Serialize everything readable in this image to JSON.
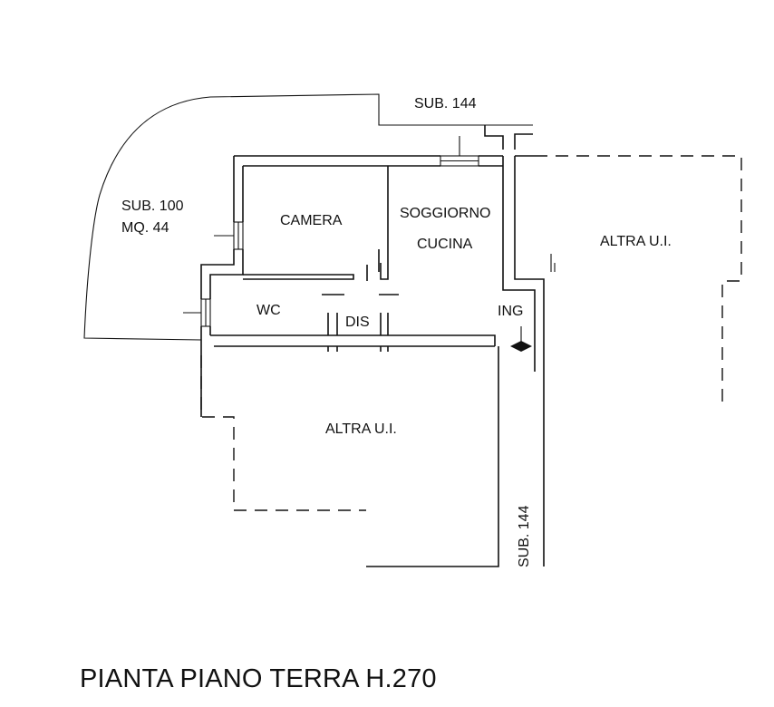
{
  "plan": {
    "labels": {
      "sub_144_top": "SUB. 144",
      "sub_100": "SUB. 100",
      "mq_44": "MQ. 44",
      "camera": "CAMERA",
      "soggiorno": "SOGGIORNO",
      "cucina": "CUCINA",
      "altra_ui_right": "ALTRA U.I.",
      "wc": "WC",
      "dis": "DIS",
      "ing": "ING",
      "altra_ui_bottom": "ALTRA U.I.",
      "sub_144_vertical": "SUB. 144"
    }
  },
  "title": "PIANTA PIANO TERRA H.270"
}
